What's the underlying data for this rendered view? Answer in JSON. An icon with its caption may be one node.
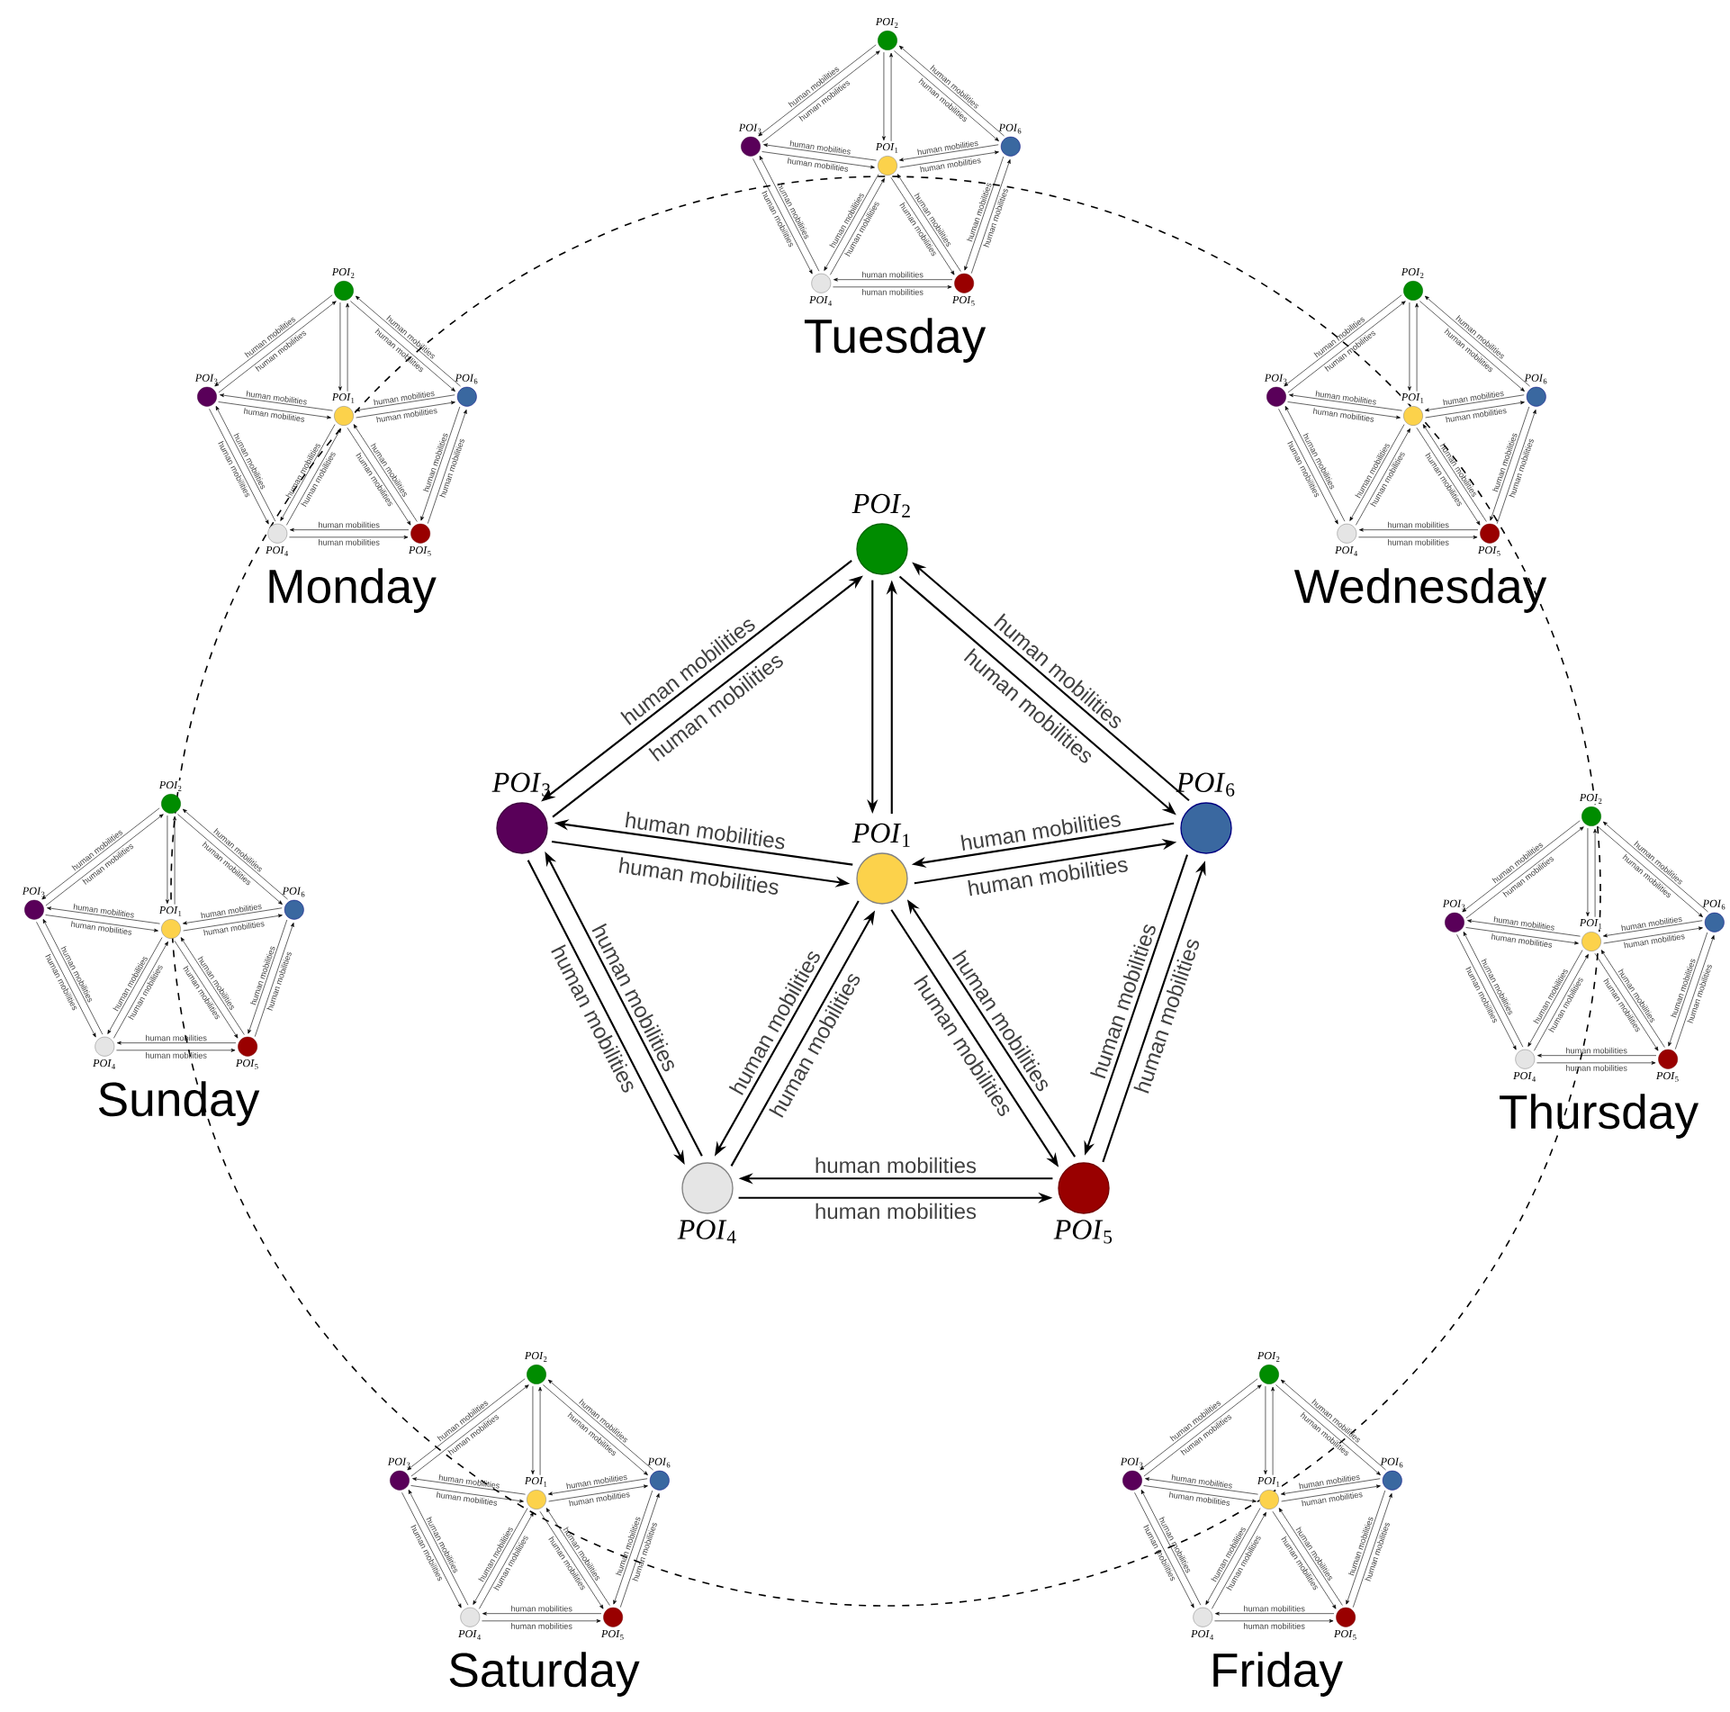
{
  "diagram": {
    "nodes": [
      {
        "text": [
          "*POI*$_{1}$"
        ]
      },
      {
        "text": [
          "*POI*$_{2}$"
        ]
      },
      {
        "text": [
          "*POI*$_{3}$"
        ]
      },
      {
        "text": [
          "*POI*$_{4}$"
        ]
      },
      {
        "text": [
          "*POI*$_{5}$"
        ]
      },
      {
        "text": [
          "*POI*$_{6}$"
        ]
      },
      {
        "text": [
          "*POI*$_{1}$"
        ]
      },
      {
        "text": [
          "*POI*$_{2}$"
        ]
      },
      {
        "text": [
          "*POI*$_{3}$"
        ]
      },
      {
        "text": [
          "*POI*$_{4}$"
        ]
      },
      {
        "text": [
          "*POI*$_{5}$"
        ]
      },
      {
        "text": [
          "*POI*$_{6}$"
        ]
      },
      {
        "text": [
          "*POI*$_{1}$"
        ]
      },
      {
        "text": [
          "*POI*$_{2}$"
        ]
      },
      {
        "text": [
          "*POI*$_{3}$"
        ]
      },
      {
        "text": [
          "*POI*$_{4}$"
        ]
      },
      {
        "text": [
          "*POI*$_{5}$"
        ]
      },
      {
        "text": [
          "*POI*$_{6}$"
        ]
      },
      {
        "text": [
          "*POI*$_{1}$"
        ]
      },
      {
        "text": [
          "*POI*$_{2}$"
        ]
      },
      {
        "text": [
          "*POI*$_{3}$"
        ]
      },
      {
        "text": [
          "*POI*$_{4}$"
        ]
      },
      {
        "text": [
          "*POI*$_{5}$"
        ]
      },
      {
        "text": [
          "*POI*$_{6}$"
        ]
      },
      {
        "text": [
          "*POI*$_{1}$"
        ]
      },
      {
        "text": [
          "*POI*$_{2}$"
        ]
      },
      {
        "text": [
          "*POI*$_{3}$"
        ]
      },
      {
        "text": [
          "*POI*$_{4}$"
        ]
      },
      {
        "text": [
          "*POI*$_{5}$"
        ]
      },
      {
        "text": [
          "*POI*$_{6}$"
        ]
      },
      {
        "text": [
          "*POI*$_{1}$"
        ]
      },
      {
        "text": [
          "*POI*$_{2}$"
        ]
      },
      {
        "text": [
          "*POI*$_{3}$"
        ]
      },
      {
        "text": [
          "*POI*$_{4}$"
        ]
      },
      {
        "text": [
          "*POI*$_{5}$"
        ]
      },
      {
        "text": [
          "*POI*$_{6}$"
        ]
      },
      {
        "text": [
          "*POI*$_{1}$"
        ]
      },
      {
        "text": [
          "*POI*$_{2}$"
        ]
      },
      {
        "text": [
          "*POI*$_{3}$"
        ]
      },
      {
        "text": [
          "*POI*$_{4}$"
        ]
      },
      {
        "text": [
          "*POI*$_{5}$"
        ]
      },
      {
        "text": [
          "*POI*$_{6}$"
        ]
      },
      {
        "text": [
          "*POI*$_{1}$"
        ]
      },
      {
        "text": [
          "*POI*$_{2}$"
        ]
      },
      {
        "text": [
          "*POI*$_{3}$"
        ]
      },
      {
        "text": [
          "*POI*$_{4}$"
        ]
      },
      {
        "text": [
          "*POI*$_{5}$"
        ]
      },
      {
        "text": [
          "*POI*$_{6}$"
        ]
      }
    ],
    "edges": [
      {
        "from": 2,
        "to": 1,
        "arrow": "to",
        "label": "human mobilities"
      },
      {
        "from": 1,
        "to": 2,
        "arrow": "to",
        "label": "human mobilities"
      },
      {
        "from": 0,
        "to": 1,
        "arrow": "to"
      },
      {
        "from": 1,
        "to": 0,
        "arrow": "to"
      },
      {
        "from": 1,
        "to": 5,
        "arrow": "to",
        "label": "human mobilities"
      },
      {
        "from": 5,
        "to": 1,
        "arrow": "to",
        "label": "human mobilities"
      },
      {
        "from": 0,
        "to": 2,
        "arrow": "to",
        "label": "human mobilities"
      },
      {
        "from": 2,
        "to": 0,
        "arrow": "to",
        "label": "human mobilities"
      },
      {
        "from": 0,
        "to": 5,
        "arrow": "to",
        "label": "human mobilities"
      },
      {
        "from": 5,
        "to": 0,
        "arrow": "to",
        "label": "human mobilities"
      },
      {
        "from": 2,
        "to": 3,
        "arrow": "to",
        "label": "human mobilities"
      },
      {
        "from": 3,
        "to": 2,
        "arrow": "to",
        "label": "human mobilities"
      },
      {
        "from": 0,
        "to": 3,
        "arrow": "to",
        "label": "human mobilities"
      },
      {
        "from": 3,
        "to": 0,
        "arrow": "to",
        "label": "human mobilities"
      },
      {
        "from": 0,
        "to": 4,
        "arrow": "to",
        "label": "human mobilities"
      },
      {
        "from": 4,
        "to": 0,
        "arrow": "to",
        "label": "human mobilities"
      },
      {
        "from": 5,
        "to": 4,
        "arrow": "to",
        "label": "human mobilities"
      },
      {
        "from": 4,
        "to": 5,
        "arrow": "to",
        "label": "human mobilities"
      },
      {
        "from": 3,
        "to": 4,
        "arrow": "to",
        "label": "human mobilities"
      },
      {
        "from": 4,
        "to": 3,
        "arrow": "to",
        "label": "human mobilities"
      },
      {
        "from": 8,
        "to": 7,
        "arrow": "to",
        "label": "human mobilities"
      },
      {
        "from": 7,
        "to": 8,
        "arrow": "to",
        "label": "human mobilities"
      },
      {
        "from": 6,
        "to": 7,
        "arrow": "to"
      },
      {
        "from": 7,
        "to": 6,
        "arrow": "to"
      },
      {
        "from": 7,
        "to": 11,
        "arrow": "to",
        "label": "human mobilities"
      },
      {
        "from": 11,
        "to": 7,
        "arrow": "to",
        "label": "human mobilities"
      },
      {
        "from": 6,
        "to": 8,
        "arrow": "to",
        "label": "human mobilities"
      },
      {
        "from": 8,
        "to": 6,
        "arrow": "to",
        "label": "human mobilities"
      },
      {
        "from": 6,
        "to": 11,
        "arrow": "to",
        "label": "human mobilities"
      },
      {
        "from": 11,
        "to": 6,
        "arrow": "to",
        "label": "human mobilities"
      },
      {
        "from": 8,
        "to": 9,
        "arrow": "to",
        "label": "human mobilities"
      },
      {
        "from": 9,
        "to": 8,
        "arrow": "to",
        "label": "human mobilities"
      },
      {
        "from": 6,
        "to": 9,
        "arrow": "to",
        "label": "human mobilities"
      },
      {
        "from": 9,
        "to": 6,
        "arrow": "to",
        "label": "human mobilities"
      },
      {
        "from": 6,
        "to": 10,
        "arrow": "to",
        "label": "human mobilities"
      },
      {
        "from": 10,
        "to": 6,
        "arrow": "to",
        "label": "human mobilities"
      },
      {
        "from": 11,
        "to": 10,
        "arrow": "to",
        "label": "human mobilities"
      },
      {
        "from": 10,
        "to": 11,
        "arrow": "to",
        "label": "human mobilities"
      },
      {
        "from": 9,
        "to": 10,
        "arrow": "to",
        "label": "human mobilities"
      },
      {
        "from": 10,
        "to": 9,
        "arrow": "to",
        "label": "human mobilities"
      },
      {
        "from": 14,
        "to": 13,
        "arrow": "to",
        "label": "human mobilities"
      },
      {
        "from": 13,
        "to": 14,
        "arrow": "to",
        "label": "human mobilities"
      },
      {
        "from": 12,
        "to": 13,
        "arrow": "to"
      },
      {
        "from": 13,
        "to": 12,
        "arrow": "to"
      },
      {
        "from": 13,
        "to": 17,
        "arrow": "to",
        "label": "human mobilities"
      },
      {
        "from": 17,
        "to": 13,
        "arrow": "to",
        "label": "human mobilities"
      },
      {
        "from": 12,
        "to": 14,
        "arrow": "to",
        "label": "human mobilities"
      },
      {
        "from": 14,
        "to": 12,
        "arrow": "to",
        "label": "human mobilities"
      },
      {
        "from": 12,
        "to": 17,
        "arrow": "to",
        "label": "human mobilities"
      },
      {
        "from": 17,
        "to": 12,
        "arrow": "to",
        "label": "human mobilities"
      },
      {
        "from": 14,
        "to": 15,
        "arrow": "to",
        "label": "human mobilities"
      },
      {
        "from": 15,
        "to": 14,
        "arrow": "to",
        "label": "human mobilities"
      },
      {
        "from": 12,
        "to": 15,
        "arrow": "to",
        "label": "human mobilities"
      },
      {
        "from": 15,
        "to": 12,
        "arrow": "to",
        "label": "human mobilities"
      },
      {
        "from": 12,
        "to": 16,
        "arrow": "to",
        "label": "human mobilities"
      },
      {
        "from": 16,
        "to": 12,
        "arrow": "to",
        "label": "human mobilities"
      },
      {
        "from": 17,
        "to": 16,
        "arrow": "to",
        "label": "human mobilities"
      },
      {
        "from": 16,
        "to": 17,
        "arrow": "to",
        "label": "human mobilities"
      },
      {
        "from": 15,
        "to": 16,
        "arrow": "to",
        "label": "human mobilities"
      },
      {
        "from": 16,
        "to": 15,
        "arrow": "to",
        "label": "human mobilities"
      },
      {
        "from": 20,
        "to": 19,
        "arrow": "to",
        "label": "human mobilities"
      },
      {
        "from": 19,
        "to": 20,
        "arrow": "to",
        "label": "human mobilities"
      },
      {
        "from": 18,
        "to": 19,
        "arrow": "to"
      },
      {
        "from": 19,
        "to": 18,
        "arrow": "to"
      },
      {
        "from": 19,
        "to": 23,
        "arrow": "to",
        "label": "human mobilities"
      },
      {
        "from": 23,
        "to": 19,
        "arrow": "to",
        "label": "human mobilities"
      },
      {
        "from": 18,
        "to": 20,
        "arrow": "to",
        "label": "human mobilities"
      },
      {
        "from": 20,
        "to": 18,
        "arrow": "to",
        "label": "human mobilities"
      },
      {
        "from": 18,
        "to": 23,
        "arrow": "to",
        "label": "human mobilities"
      },
      {
        "from": 23,
        "to": 18,
        "arrow": "to",
        "label": "human mobilities"
      },
      {
        "from": 20,
        "to": 21,
        "arrow": "to",
        "label": "human mobilities"
      },
      {
        "from": 21,
        "to": 20,
        "arrow": "to",
        "label": "human mobilities"
      },
      {
        "from": 18,
        "to": 21,
        "arrow": "to",
        "label": "human mobilities"
      },
      {
        "from": 21,
        "to": 18,
        "arrow": "to",
        "label": "human mobilities"
      },
      {
        "from": 18,
        "to": 22,
        "arrow": "to",
        "label": "human mobilities"
      },
      {
        "from": 22,
        "to": 18,
        "arrow": "to",
        "label": "human mobilities"
      },
      {
        "from": 23,
        "to": 22,
        "arrow": "to",
        "label": "human mobilities"
      },
      {
        "from": 22,
        "to": 23,
        "arrow": "to",
        "label": "human mobilities"
      },
      {
        "from": 21,
        "to": 22,
        "arrow": "to",
        "label": "human mobilities"
      },
      {
        "from": 22,
        "to": 21,
        "arrow": "to",
        "label": "human mobilities"
      },
      {
        "from": 26,
        "to": 25,
        "arrow": "to",
        "label": "human mobilities"
      },
      {
        "from": 25,
        "to": 26,
        "arrow": "to",
        "label": "human mobilities"
      },
      {
        "from": 24,
        "to": 25,
        "arrow": "to"
      },
      {
        "from": 25,
        "to": 24,
        "arrow": "to"
      },
      {
        "from": 25,
        "to": 29,
        "arrow": "to",
        "label": "human mobilities"
      },
      {
        "from": 29,
        "to": 25,
        "arrow": "to",
        "label": "human mobilities"
      },
      {
        "from": 24,
        "to": 26,
        "arrow": "to",
        "label": "human mobilities"
      },
      {
        "from": 26,
        "to": 24,
        "arrow": "to",
        "label": "human mobilities"
      },
      {
        "from": 24,
        "to": 29,
        "arrow": "to",
        "label": "human mobilities"
      },
      {
        "from": 29,
        "to": 24,
        "arrow": "to",
        "label": "human mobilities"
      },
      {
        "from": 26,
        "to": 27,
        "arrow": "to",
        "label": "human mobilities"
      },
      {
        "from": 27,
        "to": 26,
        "arrow": "to",
        "label": "human mobilities"
      },
      {
        "from": 24,
        "to": 27,
        "arrow": "to",
        "label": "human mobilities"
      },
      {
        "from": 27,
        "to": 24,
        "arrow": "to",
        "label": "human mobilities"
      },
      {
        "from": 24,
        "to": 28,
        "arrow": "to",
        "label": "human mobilities"
      },
      {
        "from": 28,
        "to": 24,
        "arrow": "to",
        "label": "human mobilities"
      },
      {
        "from": 29,
        "to": 28,
        "arrow": "to",
        "label": "human mobilities"
      },
      {
        "from": 28,
        "to": 29,
        "arrow": "to",
        "label": "human mobilities"
      },
      {
        "from": 27,
        "to": 28,
        "arrow": "to",
        "label": "human mobilities"
      },
      {
        "from": 28,
        "to": 27,
        "arrow": "to",
        "label": "human mobilities"
      },
      {
        "from": 32,
        "to": 31,
        "arrow": "to",
        "label": "human mobilities"
      },
      {
        "from": 31,
        "to": 32,
        "arrow": "to",
        "label": "human mobilities"
      },
      {
        "from": 30,
        "to": 31,
        "arrow": "to"
      },
      {
        "from": 31,
        "to": 30,
        "arrow": "to"
      },
      {
        "from": 31,
        "to": 35,
        "arrow": "to",
        "label": "human mobilities"
      },
      {
        "from": 35,
        "to": 31,
        "arrow": "to",
        "label": "human mobilities"
      },
      {
        "from": 30,
        "to": 32,
        "arrow": "to",
        "label": "human mobilities"
      },
      {
        "from": 32,
        "to": 30,
        "arrow": "to",
        "label": "human mobilities"
      },
      {
        "from": 30,
        "to": 35,
        "arrow": "to",
        "label": "human mobilities"
      },
      {
        "from": 35,
        "to": 30,
        "arrow": "to",
        "label": "human mobilities"
      },
      {
        "from": 32,
        "to": 33,
        "arrow": "to",
        "label": "human mobilities"
      },
      {
        "from": 33,
        "to": 32,
        "arrow": "to",
        "label": "human mobilities"
      },
      {
        "from": 30,
        "to": 33,
        "arrow": "to",
        "label": "human mobilities"
      },
      {
        "from": 33,
        "to": 30,
        "arrow": "to",
        "label": "human mobilities"
      },
      {
        "from": 30,
        "to": 34,
        "arrow": "to",
        "label": "human mobilities"
      },
      {
        "from": 34,
        "to": 30,
        "arrow": "to",
        "label": "human mobilities"
      },
      {
        "from": 35,
        "to": 34,
        "arrow": "to",
        "label": "human mobilities"
      },
      {
        "from": 34,
        "to": 35,
        "arrow": "to",
        "label": "human mobilities"
      },
      {
        "from": 33,
        "to": 34,
        "arrow": "to",
        "label": "human mobilities"
      },
      {
        "from": 34,
        "to": 33,
        "arrow": "to",
        "label": "human mobilities"
      },
      {
        "from": 38,
        "to": 37,
        "arrow": "to",
        "label": "human mobilities"
      },
      {
        "from": 37,
        "to": 38,
        "arrow": "to",
        "label": "human mobilities"
      },
      {
        "from": 36,
        "to": 37,
        "arrow": "to"
      },
      {
        "from": 37,
        "to": 36,
        "arrow": "to"
      },
      {
        "from": 37,
        "to": 41,
        "arrow": "to",
        "label": "human mobilities"
      },
      {
        "from": 41,
        "to": 37,
        "arrow": "to",
        "label": "human mobilities"
      },
      {
        "from": 36,
        "to": 38,
        "arrow": "to",
        "label": "human mobilities"
      },
      {
        "from": 38,
        "to": 36,
        "arrow": "to",
        "label": "human mobilities"
      },
      {
        "from": 36,
        "to": 41,
        "arrow": "to",
        "label": "human mobilities"
      },
      {
        "from": 41,
        "to": 36,
        "arrow": "to",
        "label": "human mobilities"
      },
      {
        "from": 38,
        "to": 39,
        "arrow": "to",
        "label": "human mobilities"
      },
      {
        "from": 39,
        "to": 38,
        "arrow": "to",
        "label": "human mobilities"
      },
      {
        "from": 36,
        "to": 39,
        "arrow": "to",
        "label": "human mobilities"
      },
      {
        "from": 39,
        "to": 36,
        "arrow": "to",
        "label": "human mobilities"
      },
      {
        "from": 36,
        "to": 40,
        "arrow": "to",
        "label": "human mobilities"
      },
      {
        "from": 40,
        "to": 36,
        "arrow": "to",
        "label": "human mobilities"
      },
      {
        "from": 41,
        "to": 40,
        "arrow": "to",
        "label": "human mobilities"
      },
      {
        "from": 40,
        "to": 41,
        "arrow": "to",
        "label": "human mobilities"
      },
      {
        "from": 39,
        "to": 40,
        "arrow": "to",
        "label": "human mobilities"
      },
      {
        "from": 40,
        "to": 39,
        "arrow": "to",
        "label": "human mobilities"
      },
      {
        "from": 44,
        "to": 43,
        "arrow": "to",
        "label": "human mobilities"
      },
      {
        "from": 43,
        "to": 44,
        "arrow": "to",
        "label": "human mobilities"
      },
      {
        "from": 42,
        "to": 43,
        "arrow": "to"
      },
      {
        "from": 43,
        "to": 42,
        "arrow": "to"
      },
      {
        "from": 43,
        "to": 47,
        "arrow": "to",
        "label": "human mobilities"
      },
      {
        "from": 47,
        "to": 43,
        "arrow": "to",
        "label": "human mobilities"
      },
      {
        "from": 42,
        "to": 44,
        "arrow": "to",
        "label": "human mobilities"
      },
      {
        "from": 44,
        "to": 42,
        "arrow": "to",
        "label": "human mobilities"
      },
      {
        "from": 42,
        "to": 47,
        "arrow": "to",
        "label": "human mobilities"
      },
      {
        "from": 47,
        "to": 42,
        "arrow": "to",
        "label": "human mobilities"
      },
      {
        "from": 44,
        "to": 45,
        "arrow": "to",
        "label": "human mobilities"
      },
      {
        "from": 45,
        "to": 44,
        "arrow": "to",
        "label": "human mobilities"
      },
      {
        "from": 42,
        "to": 45,
        "arrow": "to",
        "label": "human mobilities"
      },
      {
        "from": 45,
        "to": 42,
        "arrow": "to",
        "label": "human mobilities"
      },
      {
        "from": 42,
        "to": 46,
        "arrow": "to",
        "label": "human mobilities"
      },
      {
        "from": 46,
        "to": 42,
        "arrow": "to",
        "label": "human mobilities"
      },
      {
        "from": 47,
        "to": 46,
        "arrow": "to",
        "label": "human mobilities"
      },
      {
        "from": 46,
        "to": 47,
        "arrow": "to",
        "label": "human mobilities"
      },
      {
        "from": 45,
        "to": 46,
        "arrow": "to",
        "label": "human mobilities"
      },
      {
        "from": 46,
        "to": 45,
        "arrow": "to",
        "label": "human mobilities"
      }
    ],
    "labels": [
      "Tuesday",
      "Monday",
      "Wednesday",
      "Sunday",
      "Thursday",
      "Saturday",
      "Friday"
    ]
  }
}
